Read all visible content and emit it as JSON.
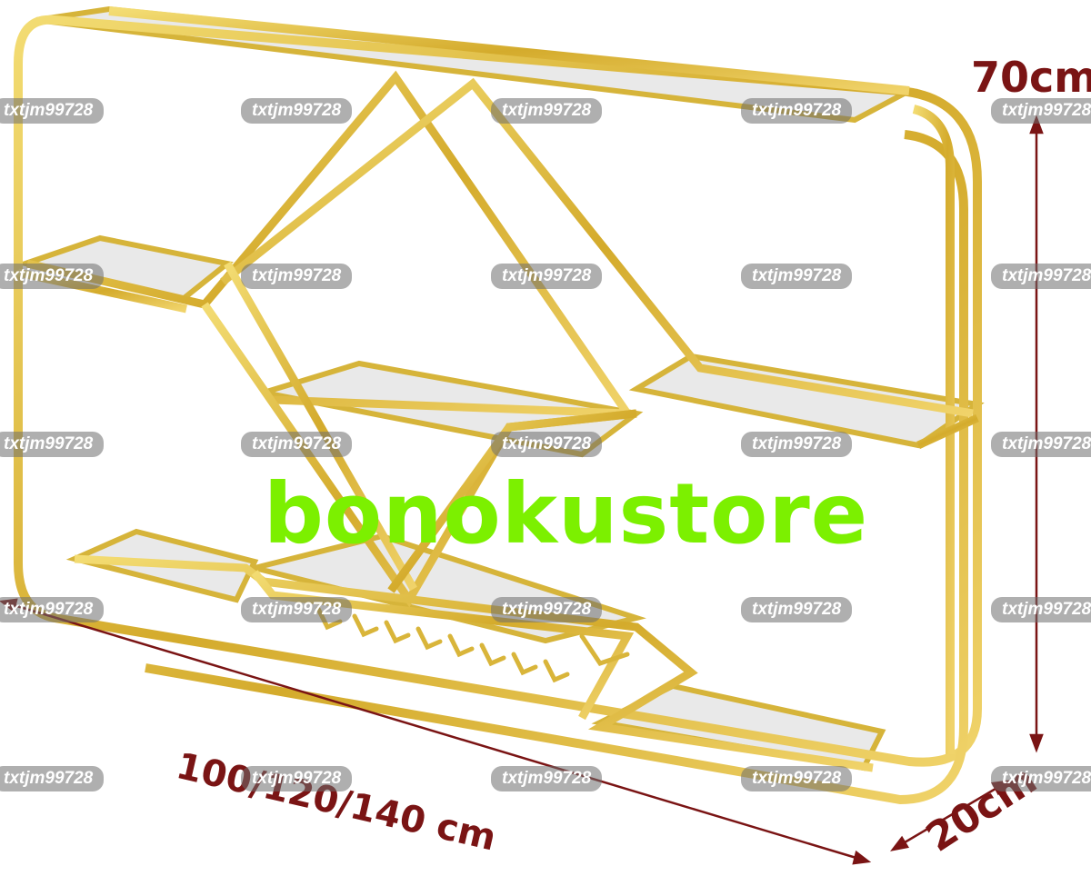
{
  "image": {
    "subject": "gold-metal-shelf-rack-icon",
    "frame_color": "#d9b53a",
    "glass_color": "#e6e6e6",
    "dimension_color": "#7a1414"
  },
  "dimensions": {
    "height": "70cm",
    "width": "100/120/140 cm",
    "depth": "20cm"
  },
  "brand": {
    "text": "bonokustore",
    "color": "#7cf000"
  },
  "watermarks": {
    "text": "txtjm99728",
    "grid_rows": 5,
    "grid_cols": 5
  }
}
